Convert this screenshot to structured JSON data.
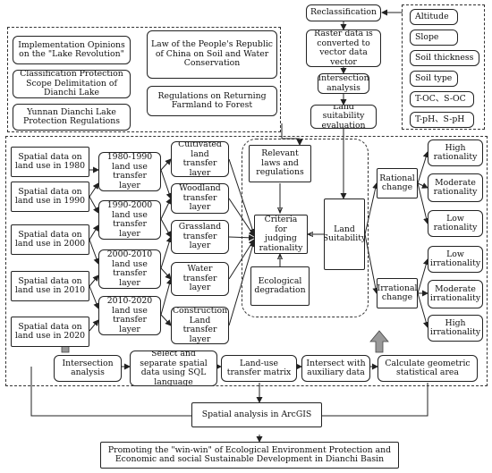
{
  "policies": [
    "Implementation Opinions on the \"Lake Revolution\"",
    "Classification Protection Scope Delimitation of Dianchi Lake",
    "Yunnan Dianchi Lake Protection Regulations",
    "Law of the People's Republic of China on Soil and Water Conservation",
    "Regulations on Returning Farmland to Forest"
  ],
  "suitability": {
    "reclassification": "Reclassification",
    "raster_to_vector": "Raster data is converted to vector data vector",
    "intersection": "Intersection analysis",
    "evaluation": "Land suitability evaluation"
  },
  "factors": [
    "Altitude",
    "Slope",
    "Soil thickness",
    "Soil type",
    "T-OC、S-OC",
    "T-pH、S-pH"
  ],
  "spatial_data": [
    "Spatial data on land use in 1980",
    "Spatial data on land use in 1990",
    "Spatial data on land use in 2000",
    "Spatial data on land use in 2010",
    "Spatial data on land use in 2020"
  ],
  "transfer_layers": [
    "1980-1990 land use transfer layer",
    "1990-2000 land use transfer layer",
    "2000-2010 land use transfer layer",
    "2010-2020 land use transfer layer"
  ],
  "type_layers": [
    "Cultivated land transfer layer",
    "Woodland transfer layer",
    "Grassland transfer layer",
    "Water transfer layer",
    "Construction Land transfer layer"
  ],
  "core": {
    "laws": "Relevant laws and regulations",
    "criteria": "Criteria for judging rationality",
    "ecological": "Ecological degradation",
    "land_suitability": "Land Suitability"
  },
  "rational_change": "Rational change",
  "irrational_change": "Irrational change",
  "rationality_levels": [
    "High rationality",
    "Moderate rationality",
    "Low rationality"
  ],
  "irrationality_levels": [
    "Low irrationality",
    "Moderate irrationality",
    "High irrationality"
  ],
  "bottom": {
    "intersection_analysis": "Intersection analysis",
    "select_separate": "Select and separate spatial data using SQL language",
    "transfer_matrix": "Land-use transfer matrix",
    "intersect_aux": "Intersect with auxiliary data",
    "calc_area": "Calculate geometric statistical area",
    "arcgis": "Spatial analysis in ArcGIS",
    "goal": "Promoting the \"win-win\" of Ecological Environment Protection and Economic and social Sustainable Development in Dianchi Basin"
  }
}
